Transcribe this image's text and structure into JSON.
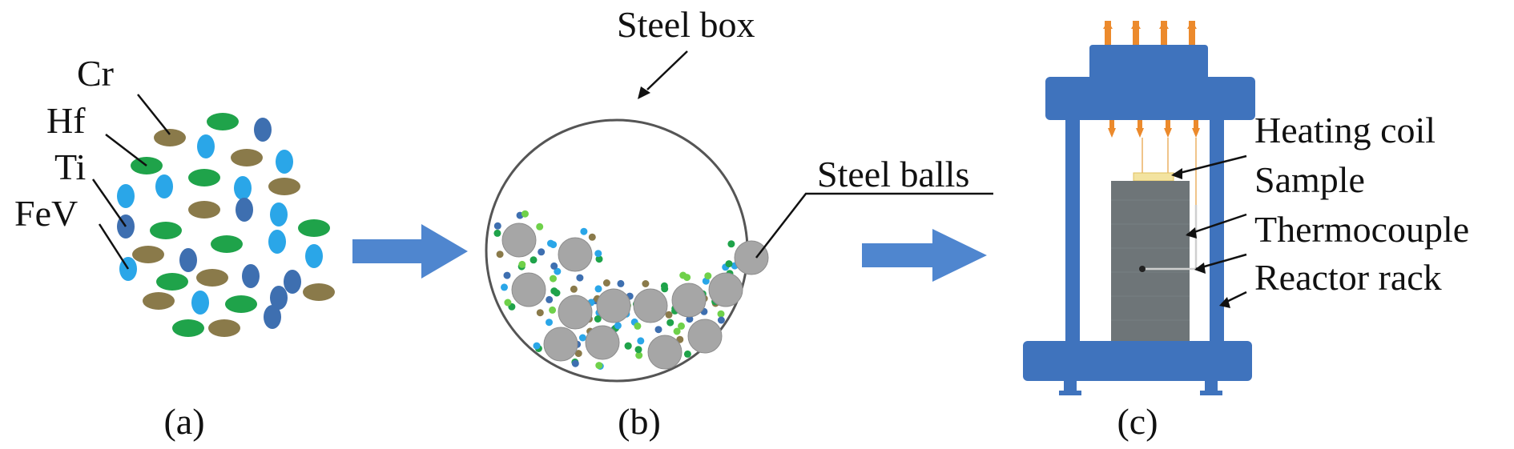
{
  "panel_a": {
    "caption": "(a)",
    "labels": [
      "Cr",
      "Hf",
      "Ti",
      "FeV"
    ]
  },
  "panel_b": {
    "caption": "(b)",
    "labels": [
      "Steel box",
      "Steel balls"
    ]
  },
  "panel_c": {
    "caption": "(c)",
    "labels": [
      "Heating coil",
      "Sample",
      "Thermocouple",
      "Reactor rack"
    ]
  },
  "colors": {
    "cr": "#8a7a4a",
    "hf": "#1fa34a",
    "ti": "#3e6fb0",
    "fev": "#2aa6e8",
    "arrow": "#4f86cf",
    "rack": "#3f73bd",
    "ball": "#a6a6a6",
    "sample": "#6e7578",
    "lead": "#ec8a2c"
  }
}
